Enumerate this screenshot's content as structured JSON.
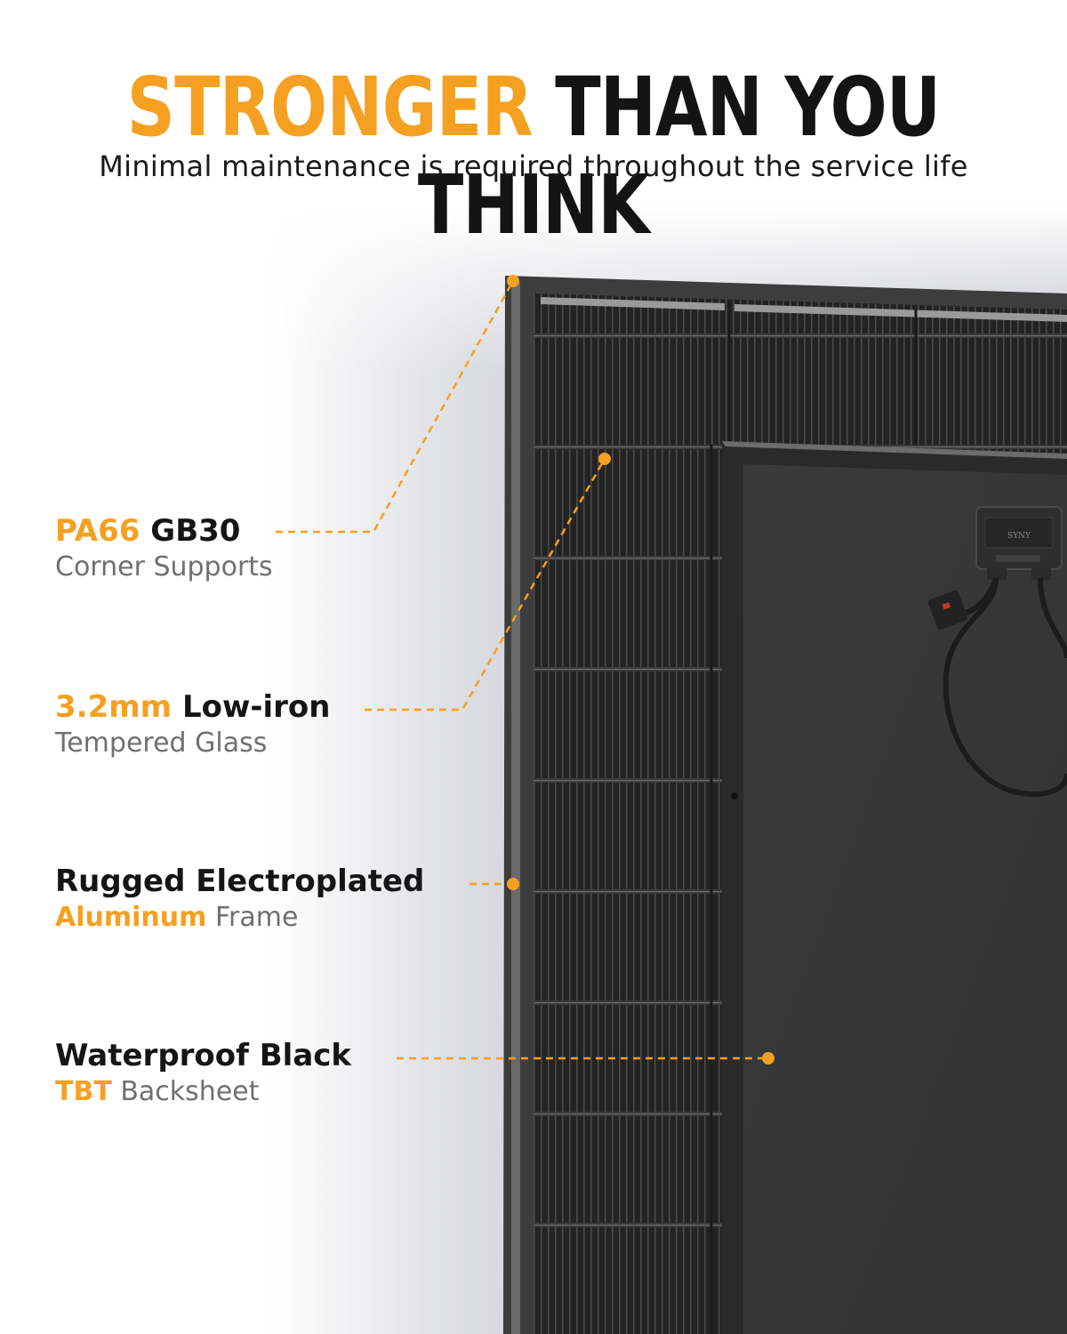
{
  "headline": {
    "accent": "STRONGER",
    "rest": "THAN YOU THINK"
  },
  "subtitle": "Minimal maintenance is required throughout the service life",
  "junction_box": {
    "brand": "SYNY"
  },
  "callouts": [
    {
      "line1_accent": "PA66",
      "line1_rest": "GB30",
      "line2_accent": "",
      "line2_rest": "Corner Supports"
    },
    {
      "line1_accent": "3.2mm",
      "line1_rest": "Low-iron",
      "line2_accent": "",
      "line2_rest": "Tempered Glass"
    },
    {
      "line1_accent": "",
      "line1_rest": "Rugged Electroplated",
      "line2_accent": "Aluminum",
      "line2_rest": "Frame"
    },
    {
      "line1_accent": "",
      "line1_rest": "Waterproof Black",
      "line2_accent": "TBT",
      "line2_rest": "Backsheet"
    }
  ],
  "colors": {
    "accent": "#f5a021",
    "text_dark": "#151515",
    "text_gray": "#707070",
    "panel": "#2b2b2b",
    "backsheet": "#3b3b3b"
  }
}
